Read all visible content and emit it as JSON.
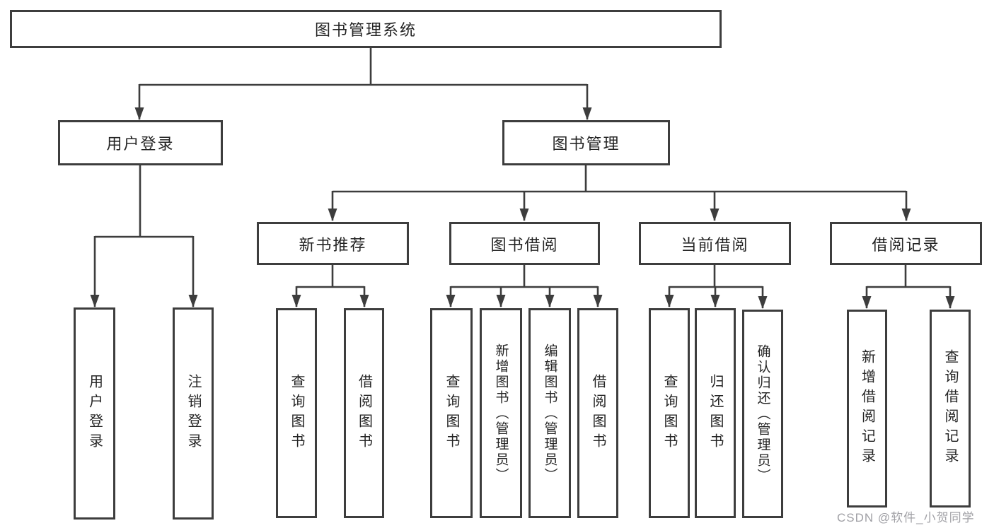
{
  "tree": {
    "root": {
      "label": "图书管理系统"
    },
    "branches": [
      {
        "label": "用户登录",
        "leaves": [
          {
            "label": "用户登录"
          },
          {
            "label": "注销登录"
          }
        ]
      },
      {
        "label": "图书管理",
        "sections": [
          {
            "label": "新书推荐",
            "leaves": [
              {
                "label": "查询图书"
              },
              {
                "label": "借阅图书"
              }
            ]
          },
          {
            "label": "图书借阅",
            "leaves": [
              {
                "label": "查询图书"
              },
              {
                "label": "新增图书（管理员）"
              },
              {
                "label": "编辑图书（管理员）"
              },
              {
                "label": "借阅图书"
              }
            ]
          },
          {
            "label": "当前借阅",
            "leaves": [
              {
                "label": "查询图书"
              },
              {
                "label": "归还图书"
              },
              {
                "label": "确认归还（管理员）"
              }
            ]
          },
          {
            "label": "借阅记录",
            "leaves": [
              {
                "label": "新增借阅记录"
              },
              {
                "label": "查询借阅记录"
              }
            ]
          }
        ]
      }
    ]
  },
  "watermark": {
    "text": "CSDN @软件_小贺同学"
  },
  "colors": {
    "line": "#3d3d3d",
    "box_border": "#3d3d3d",
    "box_fill": "#ffffff",
    "text": "#242424",
    "watermark": "#a1a1a6",
    "background": "#ffffff"
  }
}
